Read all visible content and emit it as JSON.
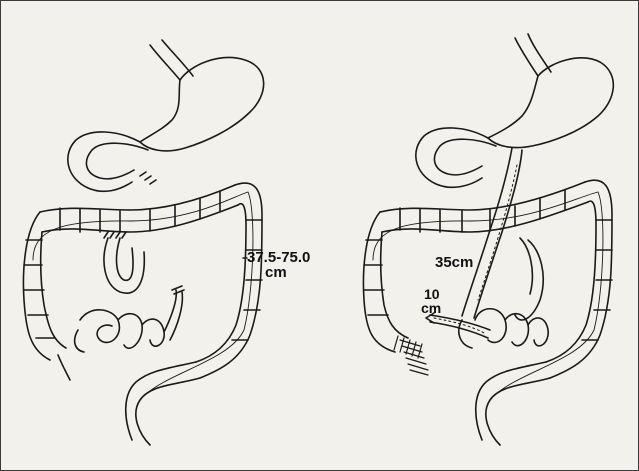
{
  "left_diagram": {
    "label_length_line1": "37.5-75.0",
    "label_length_line2": "cm"
  },
  "right_diagram": {
    "label_length_35": "35cm",
    "label_length_10_line1": "10",
    "label_length_10_line2": "cm"
  }
}
